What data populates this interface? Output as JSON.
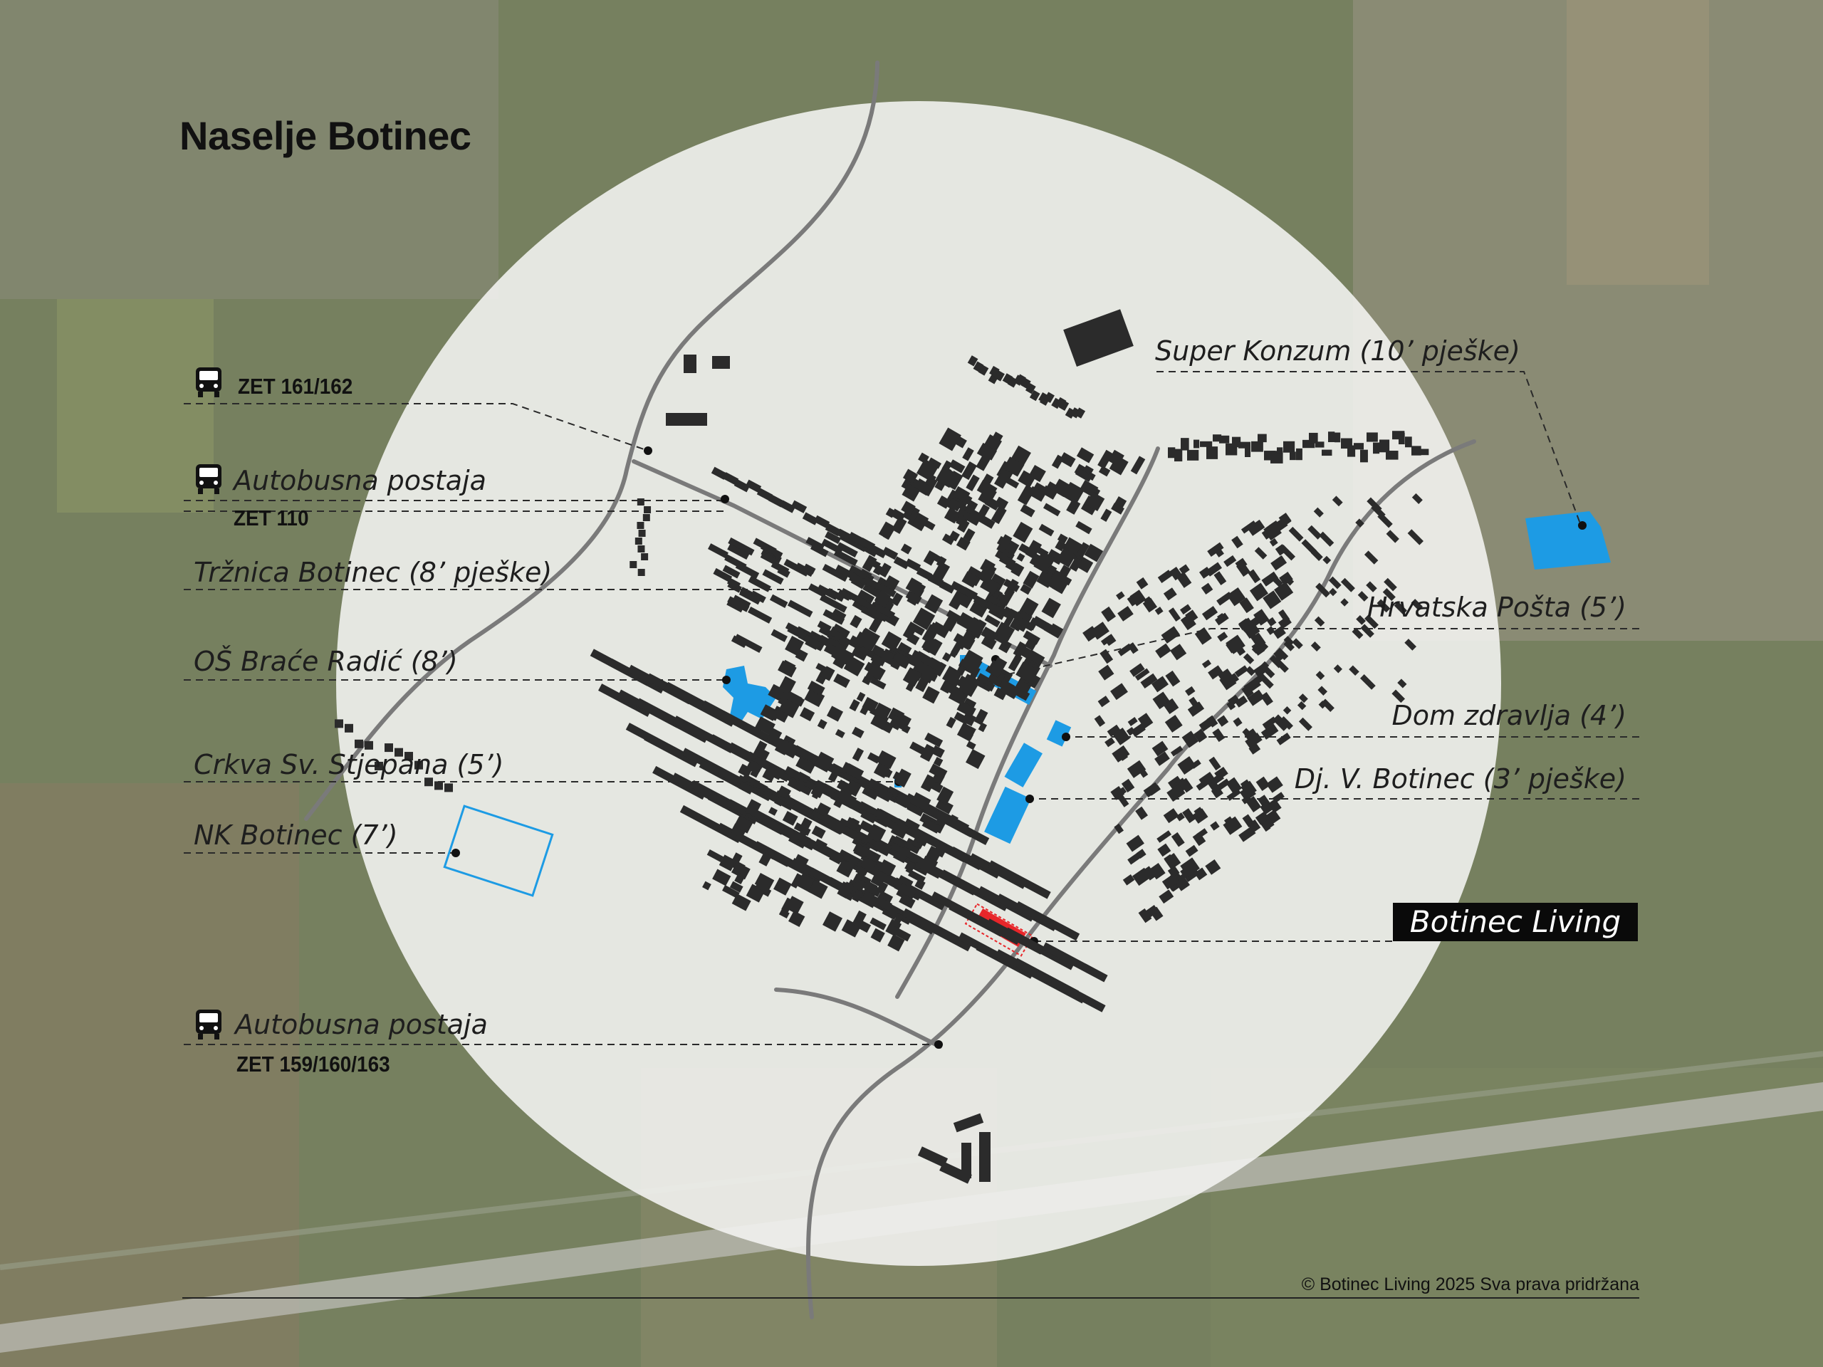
{
  "title": "Naselje Botinec",
  "labels": {
    "zet_161_162": "ZET 161/162",
    "autobusna_postaja_1": "Autobusna postaja",
    "zet_110": "ZET 110",
    "trznica": "Tržnica Botinec (8’ pješke)",
    "os_brace_radic": "OŠ Braće Radić (8’)",
    "crkva": "Crkva Sv. Stjepana (5’)",
    "nk_botinec": "NK Botinec (7’)",
    "autobusna_postaja_2": "Autobusna postaja",
    "zet_159_160_163": "ZET 159/160/163",
    "super_konzum": "Super Konzum (10’ pješke)",
    "hrvatska_posta": "Hrvatska Pošta (5’)",
    "dom_zdravlja": "Dom zdravlja (4’)",
    "dj_v_botinec": "Dj. V. Botinec (3’ pješke)",
    "botinec_living": "Botinec Living"
  },
  "footer": {
    "copyright": "© Botinec Living 2025 Sva prava pridržana"
  },
  "colors": {
    "amenity_blue": "#1d9be4",
    "project_red": "#e8262a",
    "buildings": "#2b2b2b",
    "circle_overlay": "#f2f2f0",
    "roads": "#7a7a7a"
  },
  "icons": [
    "bus-icon"
  ]
}
